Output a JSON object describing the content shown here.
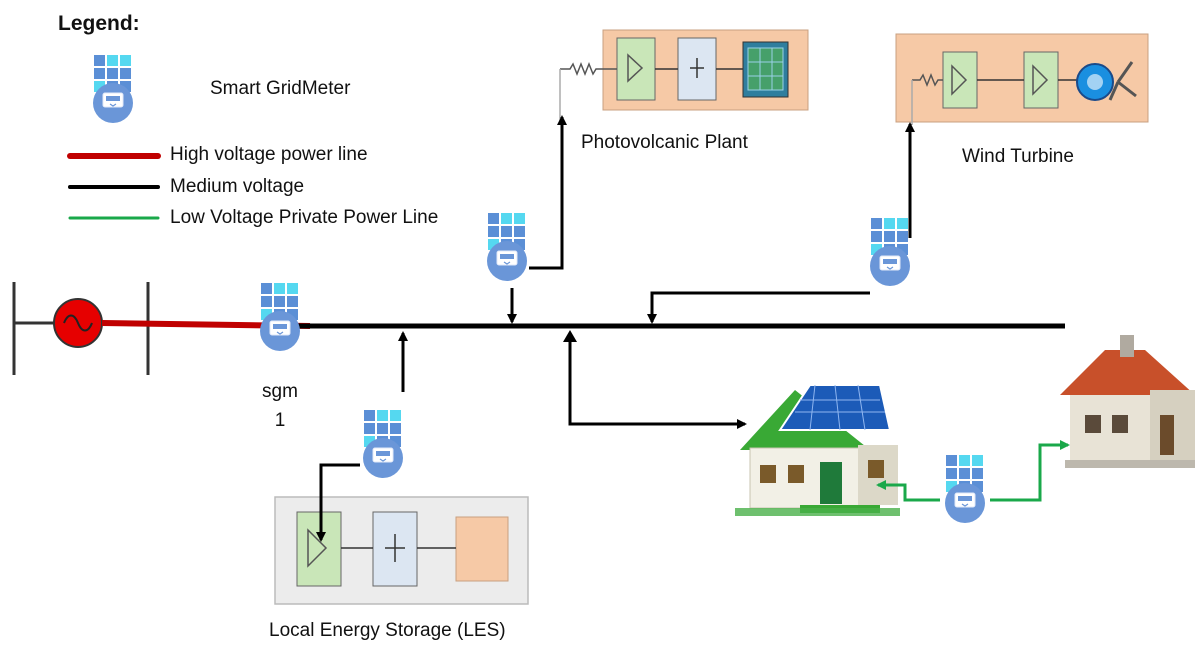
{
  "legend": {
    "title": "Legend:",
    "meter_label": "Smart GridMeter",
    "lines": [
      {
        "label": "High voltage power line",
        "color": "#c00000"
      },
      {
        "label": "Medium voltage",
        "color": "#000000"
      },
      {
        "label": "Low Voltage Private Power Line",
        "color": "#1aa84a"
      }
    ]
  },
  "nodes": {
    "pv_plant": {
      "label": "Photovolcanic Plant",
      "blocks": [
        "Inverter",
        "Converter",
        "PV"
      ]
    },
    "wind_turbine": {
      "label": "Wind Turbine",
      "blocks": [
        "Inverter",
        "Inverter",
        "DFIG"
      ]
    },
    "les": {
      "label": "Local Energy Storage (LES)",
      "blocks": [
        "Inverter",
        "Converter"
      ]
    },
    "sgm1": {
      "label_line1": "sgm",
      "label_line2": "1"
    }
  },
  "colors": {
    "meter_tile": "#5b8fd6",
    "meter_tile_light": "#55d8f0",
    "meter_circle": "#6a96d8",
    "panel_bg": "#f6c9a6",
    "les_bg": "#ececec",
    "high_voltage": "#c00000",
    "medium_voltage": "#000000",
    "low_voltage": "#1aa84a",
    "house_roof_green": "#39a935",
    "house_roof_red": "#c8502a"
  }
}
